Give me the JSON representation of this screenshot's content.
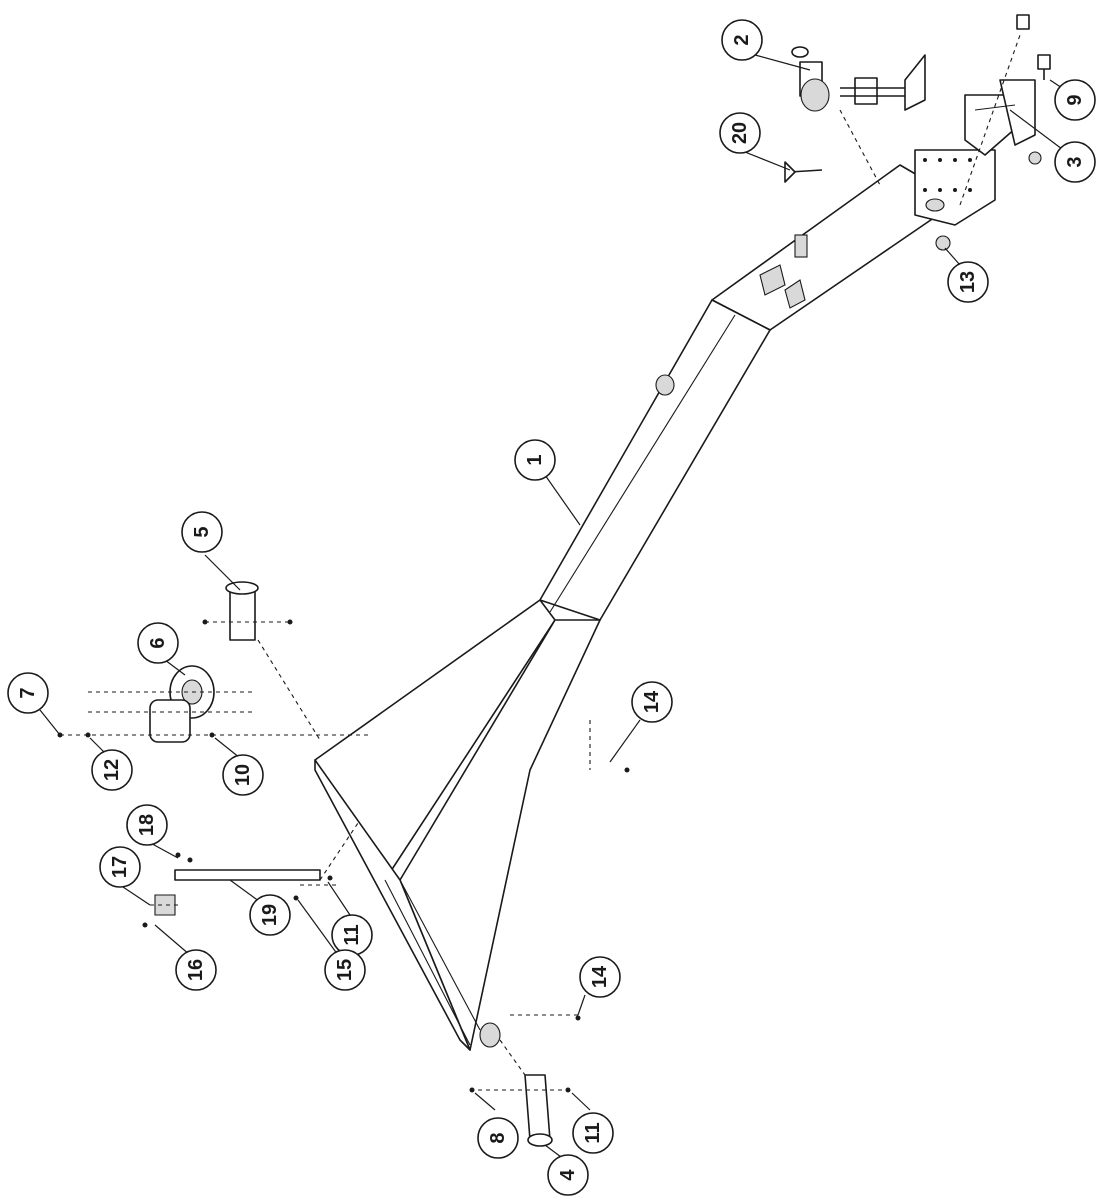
{
  "diagram": {
    "callouts": [
      {
        "id": "c1",
        "label": "1"
      },
      {
        "id": "c2",
        "label": "2"
      },
      {
        "id": "c3",
        "label": "3"
      },
      {
        "id": "c4",
        "label": "4"
      },
      {
        "id": "c5",
        "label": "5"
      },
      {
        "id": "c6",
        "label": "6"
      },
      {
        "id": "c7",
        "label": "7"
      },
      {
        "id": "c8",
        "label": "8"
      },
      {
        "id": "c9",
        "label": "9"
      },
      {
        "id": "c10",
        "label": "10"
      },
      {
        "id": "c11a",
        "label": "11"
      },
      {
        "id": "c11b",
        "label": "11"
      },
      {
        "id": "c12",
        "label": "12"
      },
      {
        "id": "c13",
        "label": "13"
      },
      {
        "id": "c14a",
        "label": "14"
      },
      {
        "id": "c14b",
        "label": "14"
      },
      {
        "id": "c15",
        "label": "15"
      },
      {
        "id": "c16",
        "label": "16"
      },
      {
        "id": "c17",
        "label": "17"
      },
      {
        "id": "c18",
        "label": "18"
      },
      {
        "id": "c19",
        "label": "19"
      },
      {
        "id": "c20",
        "label": "20"
      }
    ]
  }
}
